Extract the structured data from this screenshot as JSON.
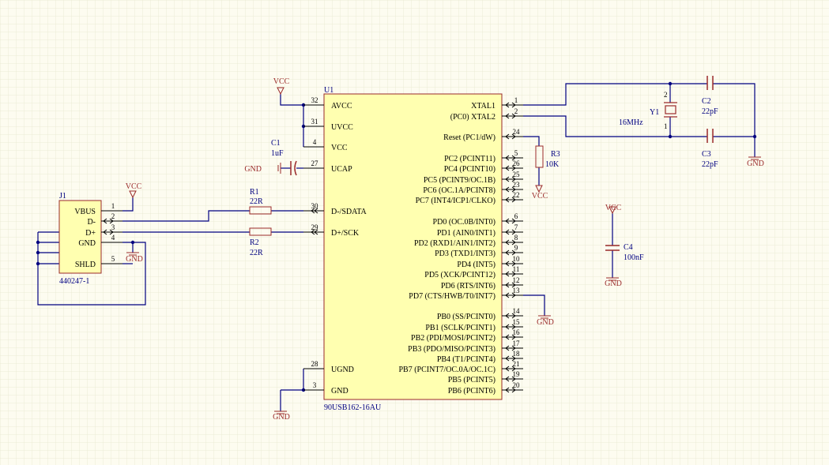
{
  "colors": {
    "background": "#fdfcf0",
    "grid": "#ecebd6",
    "wire": "#000080",
    "body_fill": "#ffffb0",
    "body_stroke": "#9a2a2a",
    "power": "#9a2a2a",
    "pin": "#000000",
    "label": "#000000",
    "designator": "#000080"
  },
  "u1": {
    "designator": "U1",
    "part": "90USB162-16AU",
    "left_pins": [
      {
        "num": "32",
        "name": "AVCC"
      },
      {
        "num": "31",
        "name": "UVCC"
      },
      {
        "num": "4",
        "name": "VCC"
      },
      {
        "num": "27",
        "name": "UCAP"
      },
      {
        "num": "30",
        "name": "D-/SDATA"
      },
      {
        "num": "29",
        "name": "D+/SCK"
      },
      {
        "num": "28",
        "name": "UGND"
      },
      {
        "num": "3",
        "name": "GND"
      }
    ],
    "right_pins": [
      {
        "num": "1",
        "name": "XTAL1"
      },
      {
        "num": "2",
        "name": "(PC0) XTAL2"
      },
      {
        "num": "24",
        "name": "Reset (PC1/dW)"
      },
      {
        "num": "5",
        "name": "PC2 (PCINT11)"
      },
      {
        "num": "26",
        "name": "PC4 (PCINT10)"
      },
      {
        "num": "25",
        "name": "PC5 (PCINT9/OC.1B)"
      },
      {
        "num": "23",
        "name": "PC6 (OC.1A/PCINT8)"
      },
      {
        "num": "22",
        "name": "PC7 (INT4/ICP1/CLKO)"
      },
      {
        "num": "6",
        "name": "PD0 (OC.0B/INT0)"
      },
      {
        "num": "7",
        "name": "PD1 (AIN0/INT1)"
      },
      {
        "num": "8",
        "name": "PD2 (RXD1/AIN1/INT2)"
      },
      {
        "num": "9",
        "name": "PD3 (TXD1/INT3)"
      },
      {
        "num": "10",
        "name": "PD4 (INT5)"
      },
      {
        "num": "11",
        "name": "PD5 (XCK/PCINT12)"
      },
      {
        "num": "12",
        "name": "PD6 (RTS/INT6)"
      },
      {
        "num": "13",
        "name": "PD7 (CTS/HWB/T0/INT7)"
      },
      {
        "num": "14",
        "name": "PB0 (SS/PCINT0)"
      },
      {
        "num": "15",
        "name": "PB1 (SCLK/PCINT1)"
      },
      {
        "num": "16",
        "name": "PB2 (PDI/MOSI/PCINT2)"
      },
      {
        "num": "17",
        "name": "PB3 (PDO/MISO/PCINT3)"
      },
      {
        "num": "18",
        "name": "PB4 (T1/PCINT4)"
      },
      {
        "num": "21",
        "name": "PB7 (PCINT7/OC.0A/OC.1C)"
      },
      {
        "num": "19",
        "name": "PB5 (PCINT5)"
      },
      {
        "num": "20",
        "name": "PB6 (PCINT6)"
      }
    ]
  },
  "j1": {
    "designator": "J1",
    "part": "440247-1",
    "pins": [
      {
        "num": "1",
        "name": "VBUS"
      },
      {
        "num": "2",
        "name": "D-"
      },
      {
        "num": "3",
        "name": "D+"
      },
      {
        "num": "4",
        "name": "GND"
      },
      {
        "num": "5",
        "name": "SHLD"
      }
    ]
  },
  "r1": {
    "designator": "R1",
    "value": "22R"
  },
  "r2": {
    "designator": "R2",
    "value": "22R"
  },
  "r3": {
    "designator": "R3",
    "value": "10K"
  },
  "c1": {
    "designator": "C1",
    "value": "1uF"
  },
  "c2": {
    "designator": "C2",
    "value": "22pF"
  },
  "c3": {
    "designator": "C3",
    "value": "22pF"
  },
  "c4": {
    "designator": "C4",
    "value": "100nF"
  },
  "y1": {
    "designator": "Y1",
    "value": "16MHz",
    "pin1": "1",
    "pin2": "2"
  },
  "power": {
    "vcc": "VCC",
    "gnd": "GND"
  }
}
